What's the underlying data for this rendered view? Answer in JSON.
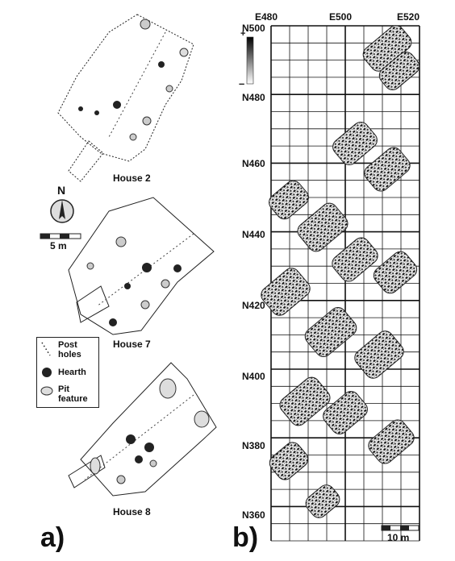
{
  "panel_a": {
    "label": "a)",
    "house_2": "House 2",
    "house_7": "House 7",
    "house_8": "House 8",
    "north": "N",
    "scale": "5 m",
    "legend": {
      "post_holes": "Post\nholes",
      "hearth": "Hearth",
      "pit_feature": "Pit\nfeature"
    }
  },
  "panel_b": {
    "label": "b)",
    "x_ticks": [
      "E480",
      "E500",
      "E520"
    ],
    "y_ticks": [
      "N500",
      "N480",
      "N460",
      "N440",
      "N420",
      "N400",
      "N380",
      "N360"
    ],
    "intensity_high": "+",
    "intensity_low": "–",
    "scale": "10 m"
  }
}
